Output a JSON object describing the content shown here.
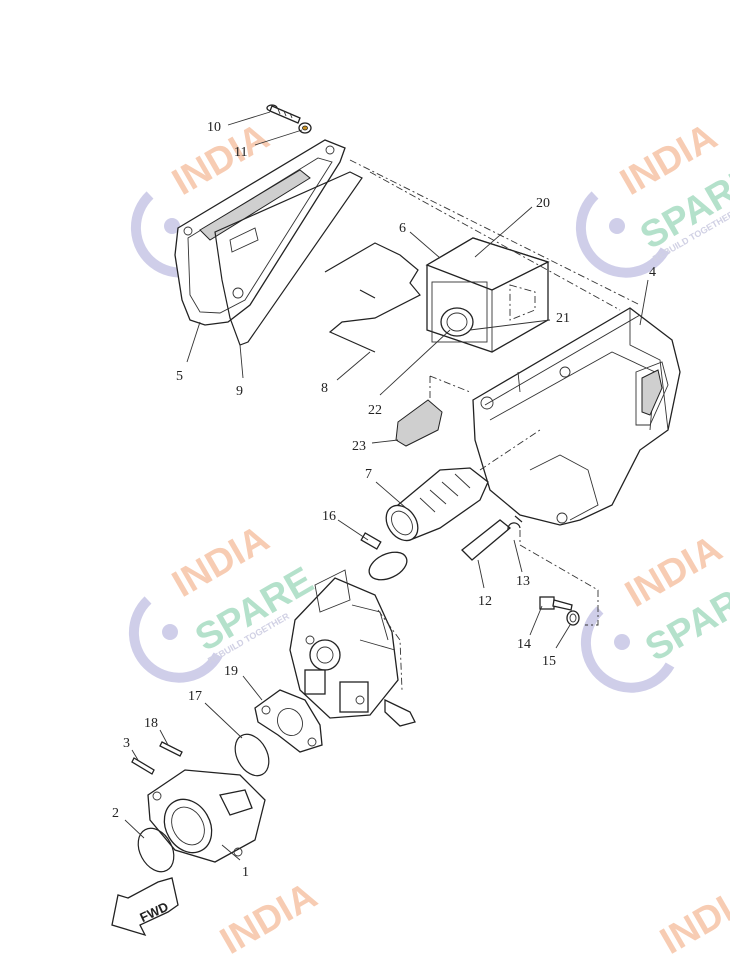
{
  "diagram": {
    "callouts": [
      {
        "id": "c1",
        "label": "1"
      },
      {
        "id": "c2",
        "label": "2"
      },
      {
        "id": "c3",
        "label": "3"
      },
      {
        "id": "c4",
        "label": "4"
      },
      {
        "id": "c5",
        "label": "5"
      },
      {
        "id": "c6",
        "label": "6"
      },
      {
        "id": "c7",
        "label": "7"
      },
      {
        "id": "c8",
        "label": "8"
      },
      {
        "id": "c9",
        "label": "9"
      },
      {
        "id": "c10",
        "label": "10"
      },
      {
        "id": "c11",
        "label": "11"
      },
      {
        "id": "c12",
        "label": "12"
      },
      {
        "id": "c13",
        "label": "13"
      },
      {
        "id": "c14",
        "label": "14"
      },
      {
        "id": "c15",
        "label": "15"
      },
      {
        "id": "c16",
        "label": "16"
      },
      {
        "id": "c17",
        "label": "17"
      },
      {
        "id": "c18",
        "label": "18"
      },
      {
        "id": "c19",
        "label": "19"
      },
      {
        "id": "c20",
        "label": "20"
      },
      {
        "id": "c21",
        "label": "21"
      },
      {
        "id": "c22",
        "label": "22"
      },
      {
        "id": "c23",
        "label": "23"
      }
    ],
    "direction_arrow": {
      "label": "FWD"
    }
  },
  "watermark": {
    "line1": "INDIA",
    "line2": "SPARE",
    "tagline": "REBUILD TOGETHER",
    "colors": {
      "line1": "#f6c4a6",
      "line2": "#a8dcc2",
      "tagline": "#c9c9e0",
      "logo": "#c7c6e6"
    }
  }
}
